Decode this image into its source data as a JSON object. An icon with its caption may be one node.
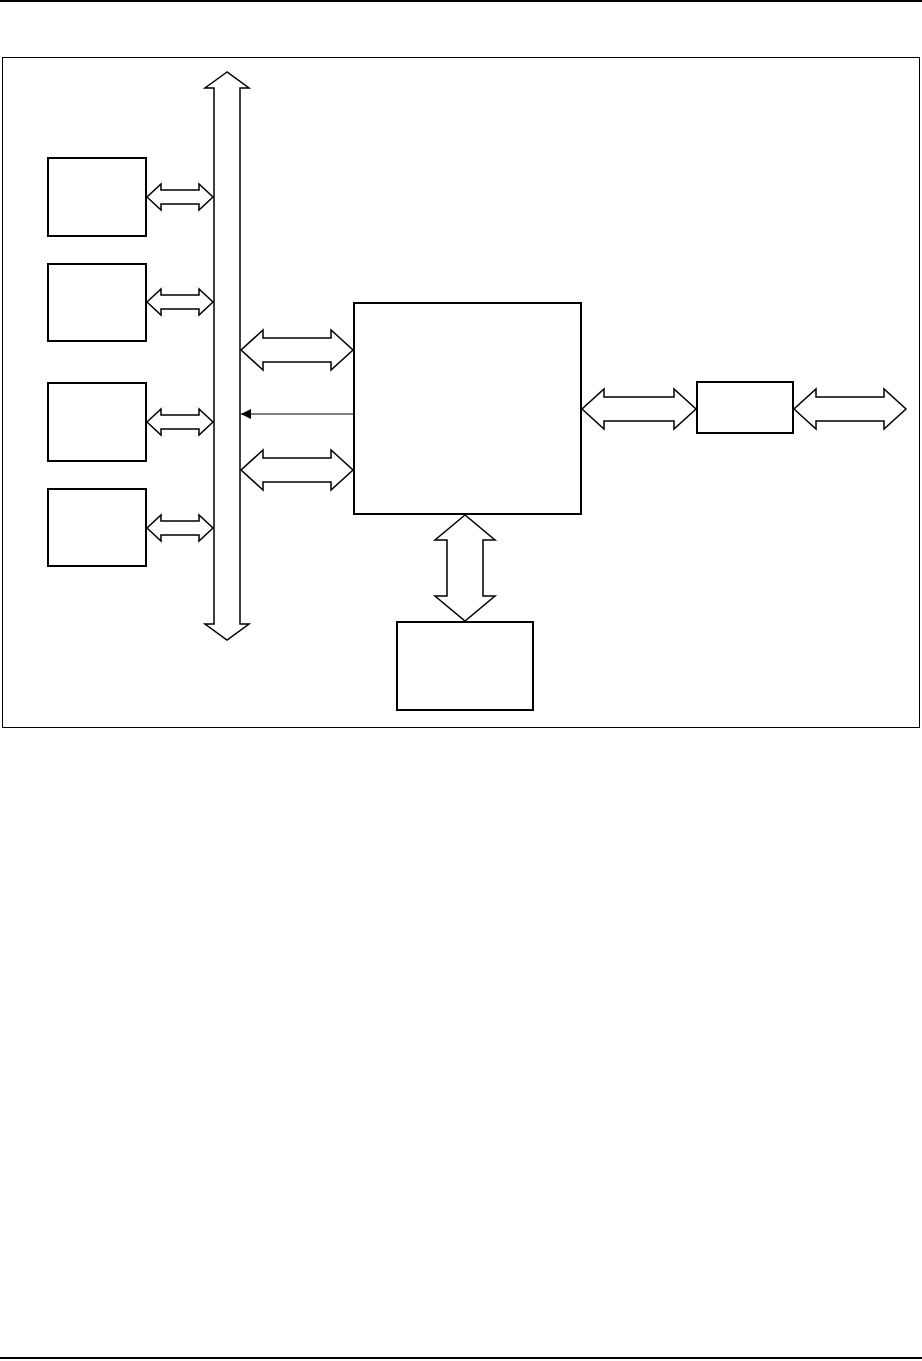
{
  "diagram": {
    "nodes": [
      {
        "text": [],
        "shape": "box"
      },
      {
        "text": [],
        "shape": "box"
      },
      {
        "text": [],
        "shape": "box"
      },
      {
        "text": [],
        "shape": "box"
      },
      {
        "text": [],
        "shape": "bar"
      },
      {
        "text": [],
        "shape": "box"
      },
      {
        "text": [],
        "shape": "box"
      },
      {
        "text": [],
        "shape": "box"
      }
    ],
    "edges": [
      {
        "from": 0,
        "to": 4,
        "arrow": "both",
        "style": "thick"
      },
      {
        "from": 1,
        "to": 4,
        "arrow": "both",
        "style": "thick"
      },
      {
        "from": 2,
        "to": 4,
        "arrow": "both",
        "style": "thick"
      },
      {
        "from": 3,
        "to": 4,
        "arrow": "both",
        "style": "thick"
      },
      {
        "from": 4,
        "to": 5,
        "arrow": "both",
        "style": "thick"
      },
      {
        "from": 5,
        "to": 4,
        "arrow": "to"
      },
      {
        "from": 4,
        "to": 5,
        "arrow": "both",
        "style": "thick"
      },
      {
        "from": 5,
        "to": 6,
        "arrow": "both",
        "style": "thick"
      },
      {
        "from": 6,
        "to": null,
        "arrow": "both",
        "style": "thick"
      },
      {
        "from": 5,
        "to": 7,
        "arrow": "both",
        "style": "thick"
      }
    ]
  }
}
